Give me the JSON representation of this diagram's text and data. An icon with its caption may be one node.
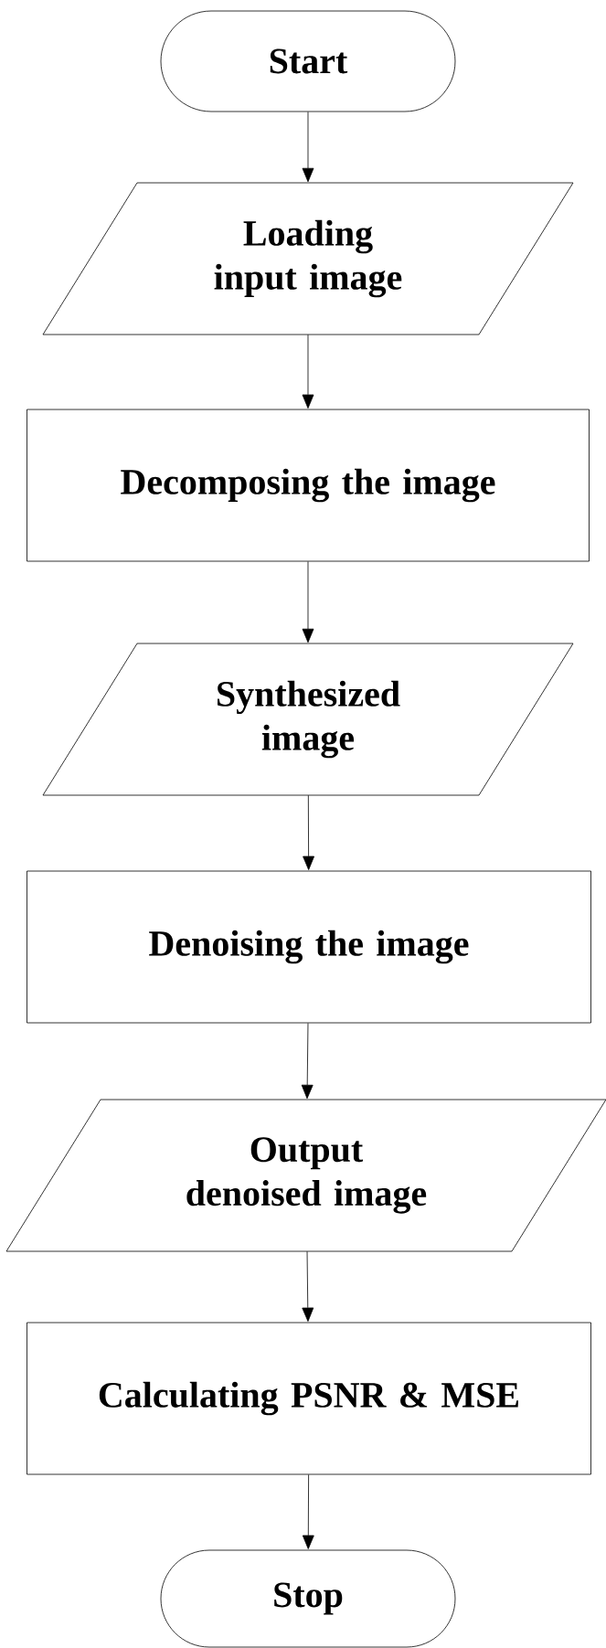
{
  "diagram": {
    "nodes": [
      {
        "text": [
          "Start"
        ]
      },
      {
        "text": [
          "Loading input image"
        ]
      },
      {
        "text": [
          "Decomposing the image"
        ]
      },
      {
        "text": [
          "Synthesized image"
        ]
      },
      {
        "text": [
          "Denoising the image"
        ]
      },
      {
        "text": [
          "Output denoised image"
        ]
      },
      {
        "text": [
          "Calculating PSNR & MSE"
        ]
      },
      {
        "text": [
          "Stop"
        ]
      }
    ],
    "edges": [
      {
        "from": 0,
        "to": 1,
        "arrow": "to"
      },
      {
        "from": 1,
        "to": 2,
        "arrow": "to"
      },
      {
        "from": 2,
        "to": 3,
        "arrow": "to"
      },
      {
        "from": 3,
        "to": 4,
        "arrow": "to"
      },
      {
        "from": 4,
        "to": 5,
        "arrow": "to"
      },
      {
        "from": 5,
        "to": 6,
        "arrow": "to"
      },
      {
        "from": 6,
        "to": 7,
        "arrow": "to"
      }
    ]
  }
}
